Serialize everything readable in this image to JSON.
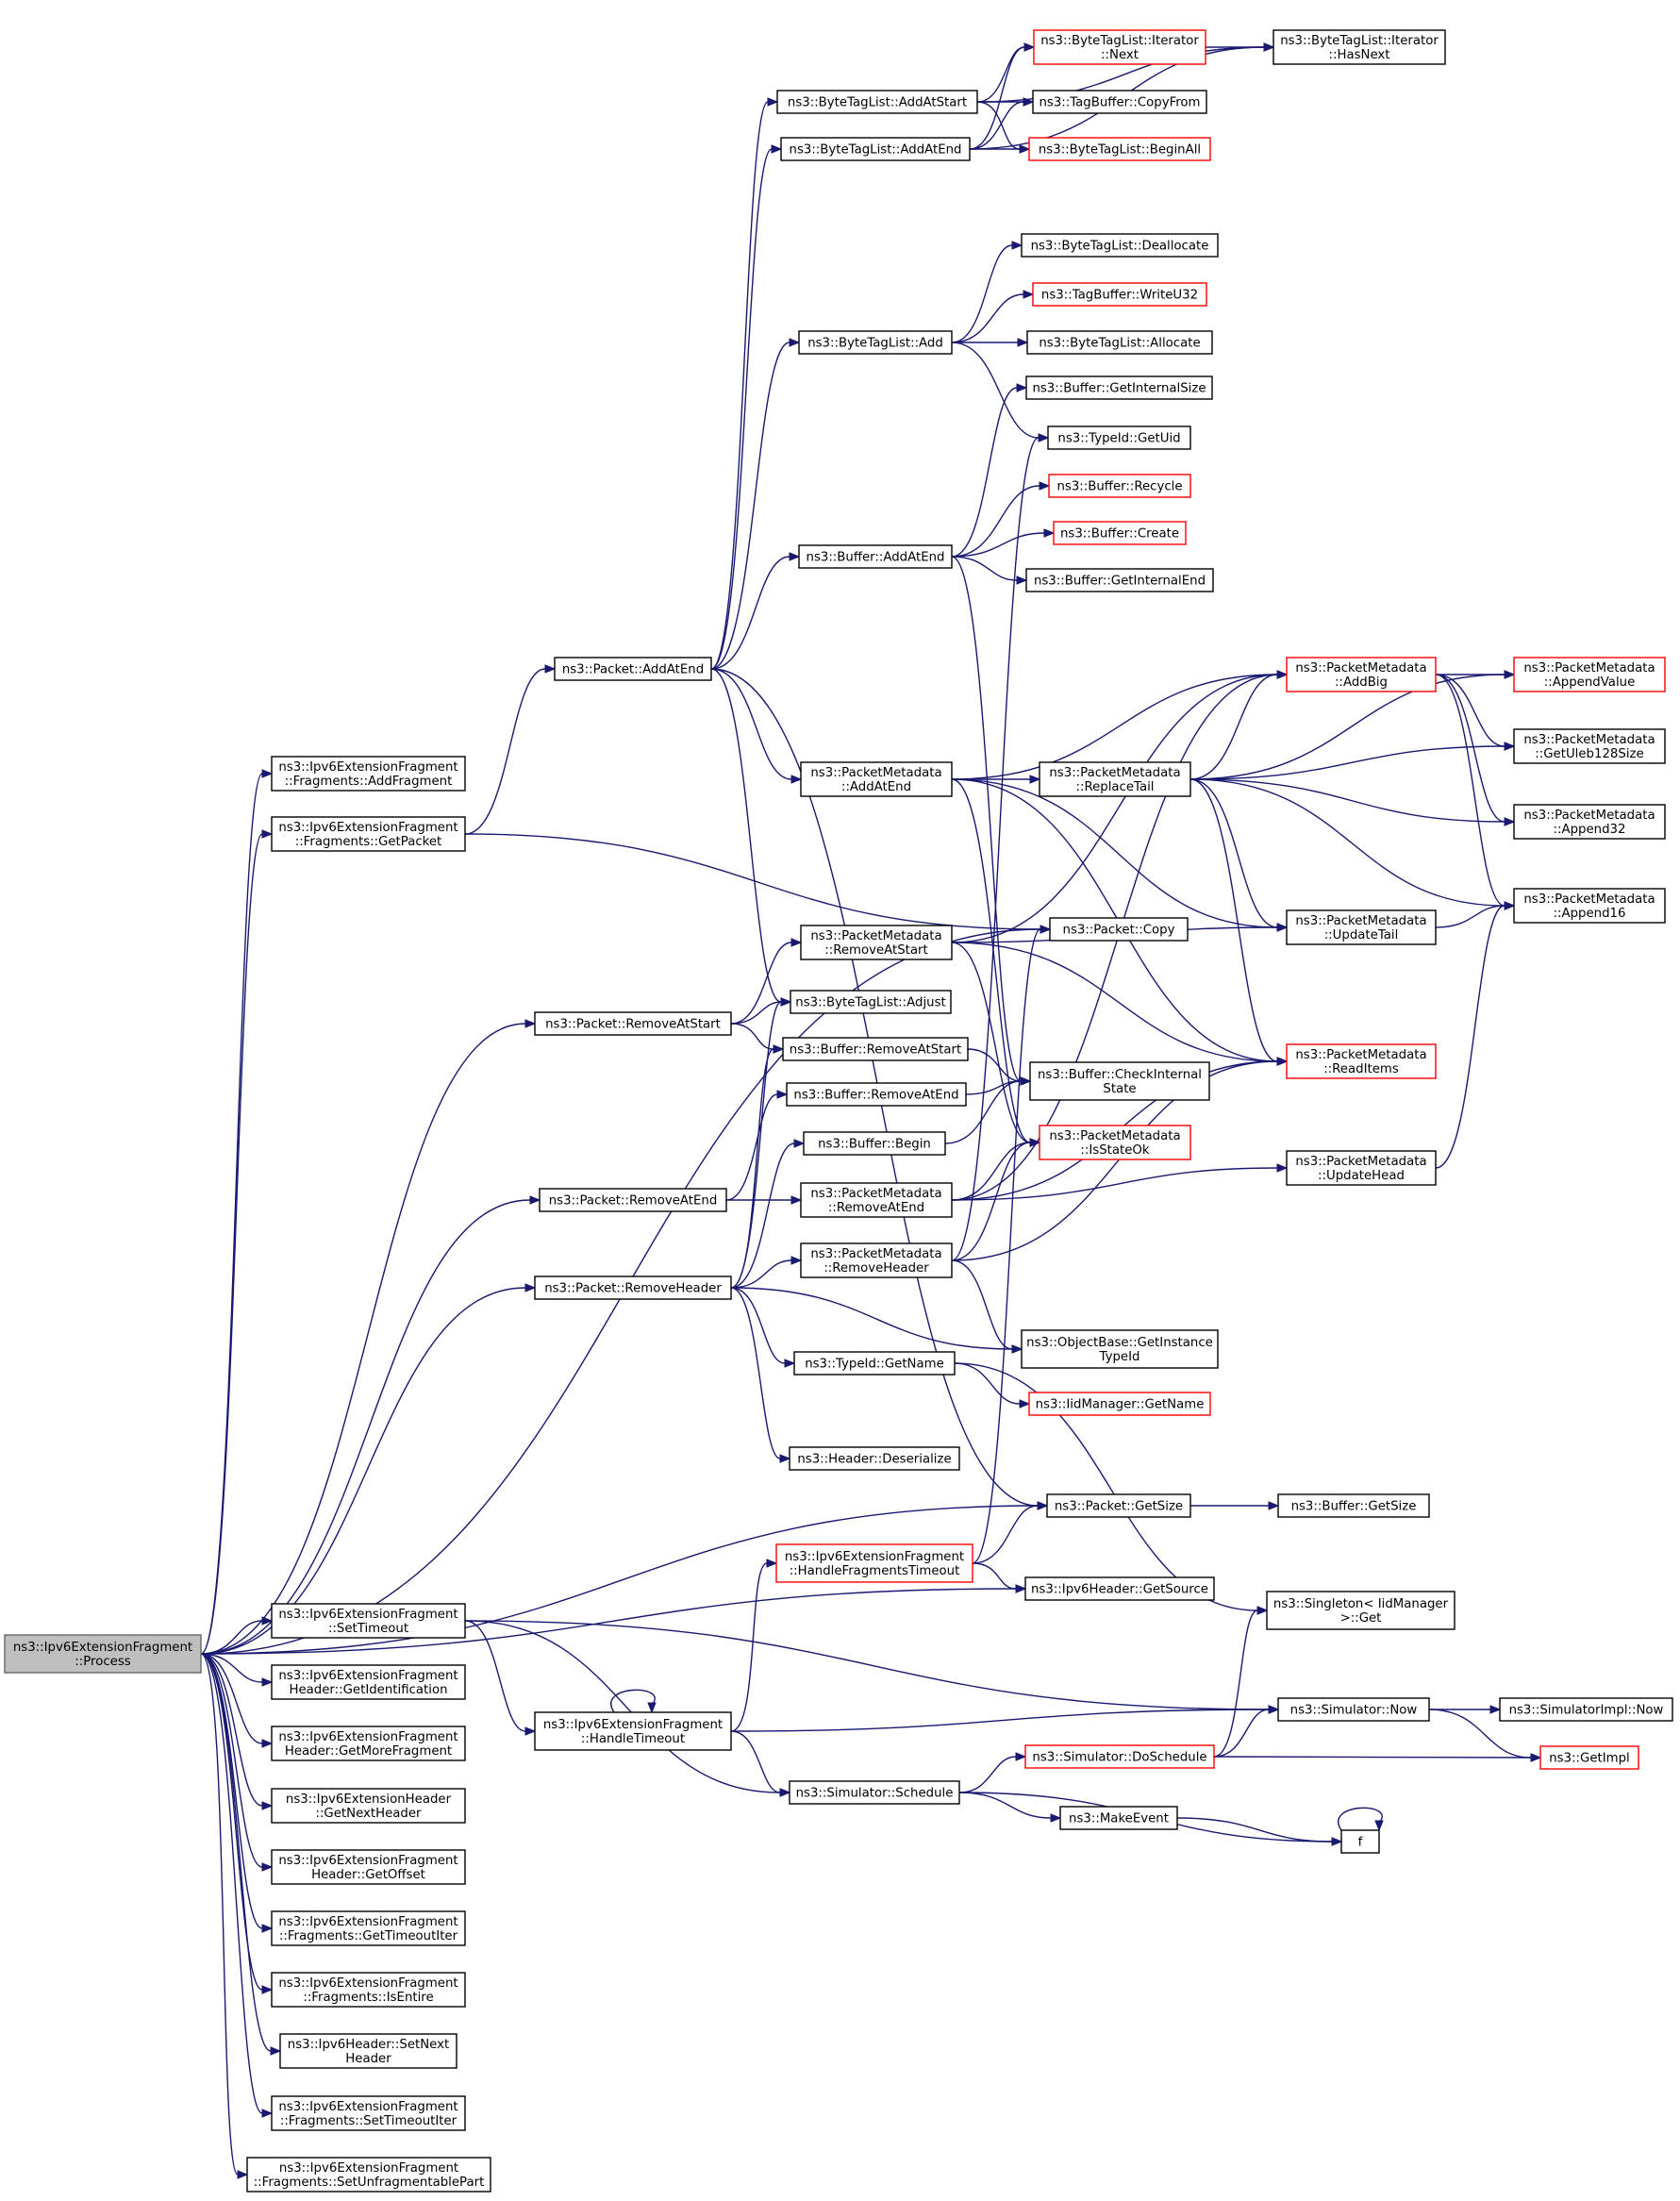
{
  "diagram": {
    "type": "call-graph",
    "nodes": [
      {
        "id": "root",
        "lines": [
          "ns3::Ipv6ExtensionFragment",
          "::Process"
        ],
        "style": "root"
      },
      {
        "id": "addFragment",
        "lines": [
          "ns3::Ipv6ExtensionFragment",
          "::Fragments::AddFragment"
        ],
        "style": "normal"
      },
      {
        "id": "getPacket",
        "lines": [
          "ns3::Ipv6ExtensionFragment",
          "::Fragments::GetPacket"
        ],
        "style": "normal"
      },
      {
        "id": "pktAddAtEnd",
        "lines": [
          "ns3::Packet::AddAtEnd"
        ],
        "style": "normal"
      },
      {
        "id": "btlAddAtStart",
        "lines": [
          "ns3::ByteTagList::AddAtStart"
        ],
        "style": "normal"
      },
      {
        "id": "btlAddAtEnd",
        "lines": [
          "ns3::ByteTagList::AddAtEnd"
        ],
        "style": "normal"
      },
      {
        "id": "btlIterNext",
        "lines": [
          "ns3::ByteTagList::Iterator",
          "::Next"
        ],
        "style": "red"
      },
      {
        "id": "btlIterHasNext",
        "lines": [
          "ns3::ByteTagList::Iterator",
          "::HasNext"
        ],
        "style": "normal"
      },
      {
        "id": "tagBufCopyFrom",
        "lines": [
          "ns3::TagBuffer::CopyFrom"
        ],
        "style": "normal"
      },
      {
        "id": "btlBeginAll",
        "lines": [
          "ns3::ByteTagList::BeginAll"
        ],
        "style": "red"
      },
      {
        "id": "btlDeallocate",
        "lines": [
          "ns3::ByteTagList::Deallocate"
        ],
        "style": "normal"
      },
      {
        "id": "tagBufWriteU32",
        "lines": [
          "ns3::TagBuffer::WriteU32"
        ],
        "style": "red"
      },
      {
        "id": "btlAdd",
        "lines": [
          "ns3::ByteTagList::Add"
        ],
        "style": "normal"
      },
      {
        "id": "btlAllocate",
        "lines": [
          "ns3::ByteTagList::Allocate"
        ],
        "style": "normal"
      },
      {
        "id": "bufGetInternalSize",
        "lines": [
          "ns3::Buffer::GetInternalSize"
        ],
        "style": "normal"
      },
      {
        "id": "typeIdGetUid",
        "lines": [
          "ns3::TypeId::GetUid"
        ],
        "style": "normal"
      },
      {
        "id": "bufRecycle",
        "lines": [
          "ns3::Buffer::Recycle"
        ],
        "style": "red"
      },
      {
        "id": "bufAddAtEnd",
        "lines": [
          "ns3::Buffer::AddAtEnd"
        ],
        "style": "normal"
      },
      {
        "id": "bufCreate",
        "lines": [
          "ns3::Buffer::Create"
        ],
        "style": "red"
      },
      {
        "id": "bufGetInternalEnd",
        "lines": [
          "ns3::Buffer::GetInternalEnd"
        ],
        "style": "normal"
      },
      {
        "id": "pmAddBig",
        "lines": [
          "ns3::PacketMetadata",
          "::AddBig"
        ],
        "style": "red"
      },
      {
        "id": "pmAppendValue",
        "lines": [
          "ns3::PacketMetadata",
          "::AppendValue"
        ],
        "style": "red"
      },
      {
        "id": "pmAddAtEnd",
        "lines": [
          "ns3::PacketMetadata",
          "::AddAtEnd"
        ],
        "style": "normal"
      },
      {
        "id": "pmReplaceTail",
        "lines": [
          "ns3::PacketMetadata",
          "::ReplaceTail"
        ],
        "style": "normal"
      },
      {
        "id": "pmGetUleb128Size",
        "lines": [
          "ns3::PacketMetadata",
          "::GetUleb128Size"
        ],
        "style": "normal"
      },
      {
        "id": "pmAppend32",
        "lines": [
          "ns3::PacketMetadata",
          "::Append32"
        ],
        "style": "normal"
      },
      {
        "id": "pmAppend16",
        "lines": [
          "ns3::PacketMetadata",
          "::Append16"
        ],
        "style": "normal"
      },
      {
        "id": "pktCopy",
        "lines": [
          "ns3::Packet::Copy"
        ],
        "style": "normal"
      },
      {
        "id": "pmRemoveAtStart",
        "lines": [
          "ns3::PacketMetadata",
          "::RemoveAtStart"
        ],
        "style": "normal"
      },
      {
        "id": "pmUpdateTail",
        "lines": [
          "ns3::PacketMetadata",
          "::UpdateTail"
        ],
        "style": "normal"
      },
      {
        "id": "pktRemoveAtStart",
        "lines": [
          "ns3::Packet::RemoveAtStart"
        ],
        "style": "normal"
      },
      {
        "id": "btlAdjust",
        "lines": [
          "ns3::ByteTagList::Adjust"
        ],
        "style": "normal"
      },
      {
        "id": "bufRemoveAtStart",
        "lines": [
          "ns3::Buffer::RemoveAtStart"
        ],
        "style": "normal"
      },
      {
        "id": "pmReadItems",
        "lines": [
          "ns3::PacketMetadata",
          "::ReadItems"
        ],
        "style": "red"
      },
      {
        "id": "bufRemoveAtEnd",
        "lines": [
          "ns3::Buffer::RemoveAtEnd"
        ],
        "style": "normal"
      },
      {
        "id": "bufCheckInternalState",
        "lines": [
          "ns3::Buffer::CheckInternal",
          "State"
        ],
        "style": "normal"
      },
      {
        "id": "bufBegin",
        "lines": [
          "ns3::Buffer::Begin"
        ],
        "style": "normal"
      },
      {
        "id": "pmIsStateOk",
        "lines": [
          "ns3::PacketMetadata",
          "::IsStateOk"
        ],
        "style": "red"
      },
      {
        "id": "pmUpdateHead",
        "lines": [
          "ns3::PacketMetadata",
          "::UpdateHead"
        ],
        "style": "normal"
      },
      {
        "id": "pktRemoveAtEnd",
        "lines": [
          "ns3::Packet::RemoveAtEnd"
        ],
        "style": "normal"
      },
      {
        "id": "pmRemoveAtEnd",
        "lines": [
          "ns3::PacketMetadata",
          "::RemoveAtEnd"
        ],
        "style": "normal"
      },
      {
        "id": "pktRemoveHeader",
        "lines": [
          "ns3::Packet::RemoveHeader"
        ],
        "style": "normal"
      },
      {
        "id": "pmRemoveHeader",
        "lines": [
          "ns3::PacketMetadata",
          "::RemoveHeader"
        ],
        "style": "normal"
      },
      {
        "id": "objGetInstanceTypeId",
        "lines": [
          "ns3::ObjectBase::GetInstance",
          "TypeId"
        ],
        "style": "normal"
      },
      {
        "id": "typeIdGetName",
        "lines": [
          "ns3::TypeId::GetName"
        ],
        "style": "normal"
      },
      {
        "id": "iidGetName",
        "lines": [
          "ns3::IidManager::GetName"
        ],
        "style": "red"
      },
      {
        "id": "hdrDeserialize",
        "lines": [
          "ns3::Header::Deserialize"
        ],
        "style": "normal"
      },
      {
        "id": "pktGetSize",
        "lines": [
          "ns3::Packet::GetSize"
        ],
        "style": "normal"
      },
      {
        "id": "bufGetSize",
        "lines": [
          "ns3::Buffer::GetSize"
        ],
        "style": "normal"
      },
      {
        "id": "handleFragTimeout",
        "lines": [
          "ns3::Ipv6ExtensionFragment",
          "::HandleFragmentsTimeout"
        ],
        "style": "red"
      },
      {
        "id": "ipv6GetSource",
        "lines": [
          "ns3::Ipv6Header::GetSource"
        ],
        "style": "normal"
      },
      {
        "id": "singletonGet",
        "lines": [
          "ns3::Singleton< IidManager",
          " >::Get"
        ],
        "style": "normal"
      },
      {
        "id": "setTimeout",
        "lines": [
          "ns3::Ipv6ExtensionFragment",
          "::SetTimeout"
        ],
        "style": "normal"
      },
      {
        "id": "simNow",
        "lines": [
          "ns3::Simulator::Now"
        ],
        "style": "normal"
      },
      {
        "id": "simImplNow",
        "lines": [
          "ns3::SimulatorImpl::Now"
        ],
        "style": "normal"
      },
      {
        "id": "getIdentification",
        "lines": [
          "ns3::Ipv6ExtensionFragment",
          "Header::GetIdentification"
        ],
        "style": "normal"
      },
      {
        "id": "handleTimeout",
        "lines": [
          "ns3::Ipv6ExtensionFragment",
          "::HandleTimeout"
        ],
        "style": "normal"
      },
      {
        "id": "getMoreFragment",
        "lines": [
          "ns3::Ipv6ExtensionFragment",
          "Header::GetMoreFragment"
        ],
        "style": "normal"
      },
      {
        "id": "simDoSchedule",
        "lines": [
          "ns3::Simulator::DoSchedule"
        ],
        "style": "red"
      },
      {
        "id": "getImpl",
        "lines": [
          "ns3::GetImpl"
        ],
        "style": "red"
      },
      {
        "id": "simSchedule",
        "lines": [
          "ns3::Simulator::Schedule"
        ],
        "style": "normal"
      },
      {
        "id": "getNextHeader",
        "lines": [
          "ns3::Ipv6ExtensionHeader",
          "::GetNextHeader"
        ],
        "style": "normal"
      },
      {
        "id": "makeEvent",
        "lines": [
          "ns3::MakeEvent"
        ],
        "style": "normal"
      },
      {
        "id": "fnF",
        "lines": [
          "f"
        ],
        "style": "normal"
      },
      {
        "id": "getOffset",
        "lines": [
          "ns3::Ipv6ExtensionFragment",
          "Header::GetOffset"
        ],
        "style": "normal"
      },
      {
        "id": "getTimeoutIter",
        "lines": [
          "ns3::Ipv6ExtensionFragment",
          "::Fragments::GetTimeoutIter"
        ],
        "style": "normal"
      },
      {
        "id": "isEntire",
        "lines": [
          "ns3::Ipv6ExtensionFragment",
          "::Fragments::IsEntire"
        ],
        "style": "normal"
      },
      {
        "id": "setNextHeader",
        "lines": [
          "ns3::Ipv6Header::SetNext",
          "Header"
        ],
        "style": "normal"
      },
      {
        "id": "setTimeoutIter",
        "lines": [
          "ns3::Ipv6ExtensionFragment",
          "::Fragments::SetTimeoutIter"
        ],
        "style": "normal"
      },
      {
        "id": "setUnfragPart",
        "lines": [
          "ns3::Ipv6ExtensionFragment",
          "::Fragments::SetUnfragmentablePart"
        ],
        "style": "normal"
      }
    ],
    "edges": [
      [
        "root",
        "addFragment"
      ],
      [
        "root",
        "getPacket"
      ],
      [
        "root",
        "pktCopy"
      ],
      [
        "root",
        "pktRemoveAtStart"
      ],
      [
        "root",
        "pktRemoveAtEnd"
      ],
      [
        "root",
        "pktRemoveHeader"
      ],
      [
        "root",
        "pktGetSize"
      ],
      [
        "root",
        "ipv6GetSource"
      ],
      [
        "root",
        "setTimeout"
      ],
      [
        "root",
        "getIdentification"
      ],
      [
        "root",
        "getMoreFragment"
      ],
      [
        "root",
        "getNextHeader"
      ],
      [
        "root",
        "getOffset"
      ],
      [
        "root",
        "getTimeoutIter"
      ],
      [
        "root",
        "isEntire"
      ],
      [
        "root",
        "setNextHeader"
      ],
      [
        "root",
        "setTimeoutIter"
      ],
      [
        "root",
        "setUnfragPart"
      ],
      [
        "getPacket",
        "pktAddAtEnd"
      ],
      [
        "getPacket",
        "pktCopy"
      ],
      [
        "pktAddAtEnd",
        "btlAddAtStart"
      ],
      [
        "pktAddAtEnd",
        "btlAddAtEnd"
      ],
      [
        "pktAddAtEnd",
        "btlAdd"
      ],
      [
        "pktAddAtEnd",
        "bufAddAtEnd"
      ],
      [
        "pktAddAtEnd",
        "pmAddAtEnd"
      ],
      [
        "pktAddAtEnd",
        "btlAdjust"
      ],
      [
        "pktAddAtEnd",
        "pktGetSize"
      ],
      [
        "btlAddAtStart",
        "btlIterHasNext"
      ],
      [
        "btlAddAtStart",
        "btlIterNext"
      ],
      [
        "btlAddAtStart",
        "tagBufCopyFrom"
      ],
      [
        "btlAddAtStart",
        "btlBeginAll"
      ],
      [
        "btlAddAtEnd",
        "btlIterHasNext"
      ],
      [
        "btlAddAtEnd",
        "btlIterNext"
      ],
      [
        "btlAddAtEnd",
        "tagBufCopyFrom"
      ],
      [
        "btlAddAtEnd",
        "btlBeginAll"
      ],
      [
        "btlIterNext",
        "btlIterHasNext"
      ],
      [
        "btlAdd",
        "btlDeallocate"
      ],
      [
        "btlAdd",
        "tagBufWriteU32"
      ],
      [
        "btlAdd",
        "btlAllocate"
      ],
      [
        "btlAdd",
        "typeIdGetUid"
      ],
      [
        "bufAddAtEnd",
        "bufGetInternalSize"
      ],
      [
        "bufAddAtEnd",
        "bufRecycle"
      ],
      [
        "bufAddAtEnd",
        "bufCreate"
      ],
      [
        "bufAddAtEnd",
        "bufGetInternalEnd"
      ],
      [
        "bufAddAtEnd",
        "bufCheckInternalState"
      ],
      [
        "pmAddAtEnd",
        "pmAddBig"
      ],
      [
        "pmAddAtEnd",
        "pmReplaceTail"
      ],
      [
        "pmAddAtEnd",
        "pmUpdateTail"
      ],
      [
        "pmAddAtEnd",
        "pmReadItems"
      ],
      [
        "pmAddAtEnd",
        "pmIsStateOk"
      ],
      [
        "pmAddBig",
        "pmAppendValue"
      ],
      [
        "pmAddBig",
        "pmGetUleb128Size"
      ],
      [
        "pmAddBig",
        "pmAppend32"
      ],
      [
        "pmAddBig",
        "pmAppend16"
      ],
      [
        "pmReplaceTail",
        "pmAddBig"
      ],
      [
        "pmReplaceTail",
        "pmAppendValue"
      ],
      [
        "pmReplaceTail",
        "pmGetUleb128Size"
      ],
      [
        "pmReplaceTail",
        "pmAppend32"
      ],
      [
        "pmReplaceTail",
        "pmAppend16"
      ],
      [
        "pmReplaceTail",
        "pmUpdateTail"
      ],
      [
        "pmReplaceTail",
        "pmReadItems"
      ],
      [
        "pmUpdateTail",
        "pmAppend16"
      ],
      [
        "pmUpdateHead",
        "pmAppend16"
      ],
      [
        "pktRemoveAtStart",
        "pmRemoveAtStart"
      ],
      [
        "pktRemoveAtStart",
        "btlAdjust"
      ],
      [
        "pktRemoveAtStart",
        "bufRemoveAtStart"
      ],
      [
        "pmRemoveAtStart",
        "pmAddBig"
      ],
      [
        "pmRemoveAtStart",
        "pmUpdateTail"
      ],
      [
        "pmRemoveAtStart",
        "pmReadItems"
      ],
      [
        "pmRemoveAtStart",
        "pmIsStateOk"
      ],
      [
        "bufRemoveAtStart",
        "bufCheckInternalState"
      ],
      [
        "bufRemoveAtEnd",
        "bufCheckInternalState"
      ],
      [
        "bufBegin",
        "bufCheckInternalState"
      ],
      [
        "pktRemoveAtEnd",
        "bufRemoveAtEnd"
      ],
      [
        "pktRemoveAtEnd",
        "pmRemoveAtEnd"
      ],
      [
        "pmRemoveAtEnd",
        "pmIsStateOk"
      ],
      [
        "pmRemoveAtEnd",
        "pmReadItems"
      ],
      [
        "pmRemoveAtEnd",
        "pmUpdateHead"
      ],
      [
        "pmRemoveAtEnd",
        "pmAddBig"
      ],
      [
        "pktRemoveHeader",
        "btlAdjust"
      ],
      [
        "pktRemoveHeader",
        "bufRemoveAtStart"
      ],
      [
        "pktRemoveHeader",
        "bufBegin"
      ],
      [
        "pktRemoveHeader",
        "pmRemoveHeader"
      ],
      [
        "pktRemoveHeader",
        "objGetInstanceTypeId"
      ],
      [
        "pktRemoveHeader",
        "typeIdGetName"
      ],
      [
        "pktRemoveHeader",
        "hdrDeserialize"
      ],
      [
        "pmRemoveHeader",
        "pmIsStateOk"
      ],
      [
        "pmRemoveHeader",
        "pmReadItems"
      ],
      [
        "pmRemoveHeader",
        "objGetInstanceTypeId"
      ],
      [
        "pmRemoveHeader",
        "typeIdGetUid"
      ],
      [
        "typeIdGetName",
        "iidGetName"
      ],
      [
        "typeIdGetName",
        "singletonGet"
      ],
      [
        "pktGetSize",
        "bufGetSize"
      ],
      [
        "handleFragTimeout",
        "pktGetSize"
      ],
      [
        "handleFragTimeout",
        "ipv6GetSource"
      ],
      [
        "handleFragTimeout",
        "pktCopy"
      ],
      [
        "setTimeout",
        "simNow"
      ],
      [
        "setTimeout",
        "handleTimeout"
      ],
      [
        "setTimeout",
        "simSchedule"
      ],
      [
        "handleTimeout",
        "handleTimeout"
      ],
      [
        "handleTimeout",
        "handleFragTimeout"
      ],
      [
        "handleTimeout",
        "simNow"
      ],
      [
        "handleTimeout",
        "simSchedule"
      ],
      [
        "simSchedule",
        "simDoSchedule"
      ],
      [
        "simSchedule",
        "makeEvent"
      ],
      [
        "simSchedule",
        "fnF"
      ],
      [
        "simDoSchedule",
        "simNow"
      ],
      [
        "simDoSchedule",
        "getImpl"
      ],
      [
        "simDoSchedule",
        "singletonGet"
      ],
      [
        "simNow",
        "simImplNow"
      ],
      [
        "simNow",
        "getImpl"
      ],
      [
        "makeEvent",
        "fnF"
      ],
      [
        "fnF",
        "fnF"
      ]
    ]
  }
}
